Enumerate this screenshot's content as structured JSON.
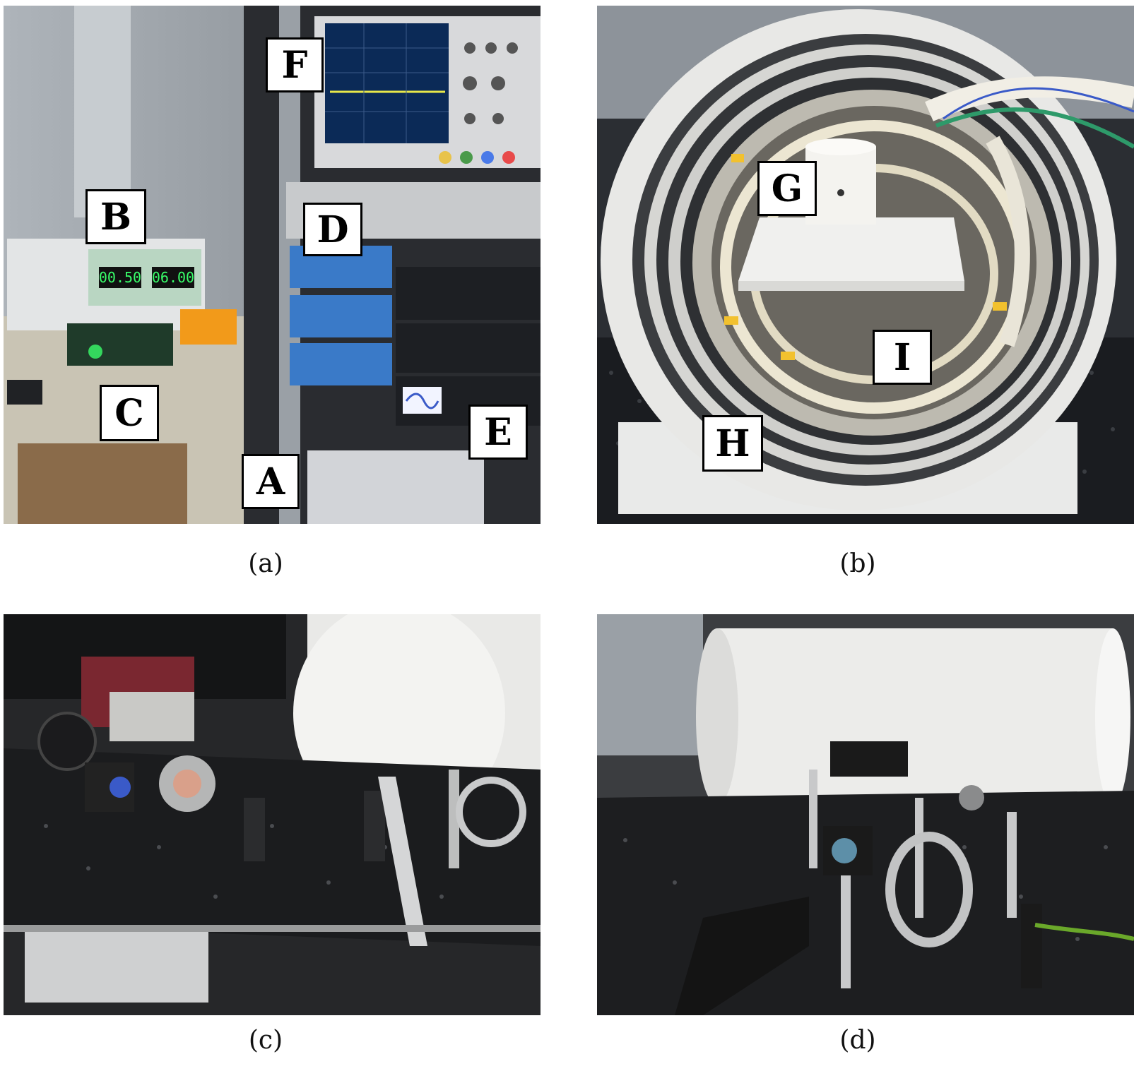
{
  "panels": {
    "a": {
      "caption": "(a)",
      "labels": {
        "A": "A",
        "B": "B",
        "C": "C",
        "D": "D",
        "E": "E",
        "F": "F"
      },
      "display_text": {
        "current": "00.50",
        "voltage": "06.00"
      }
    },
    "b": {
      "caption": "(b)",
      "labels": {
        "G": "G",
        "H": "H",
        "I": "I"
      }
    },
    "c": {
      "caption": "(c)"
    },
    "d": {
      "caption": "(d)"
    }
  },
  "colors": {
    "scope_screen": "#0b2a57",
    "trace": "#e8e84a",
    "lcd_green": "#39ff6a",
    "shield": "#e8e8e6"
  }
}
